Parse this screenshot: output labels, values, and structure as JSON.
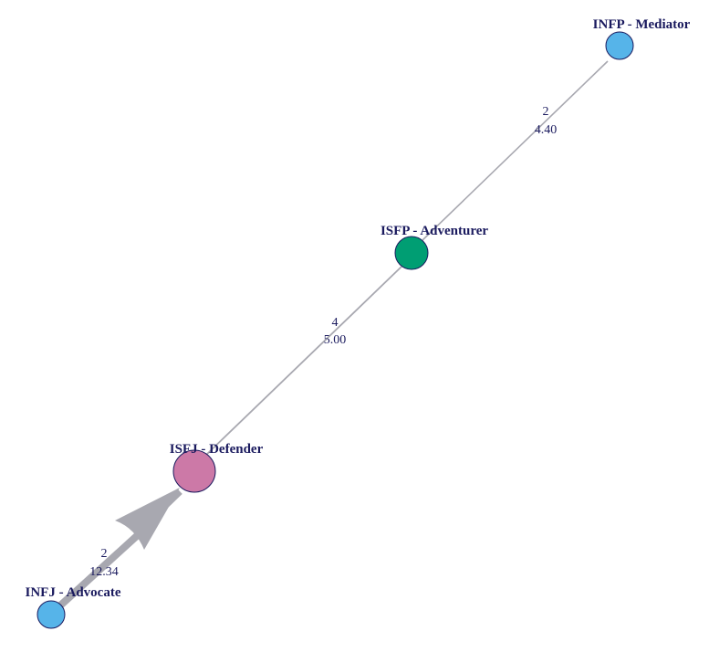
{
  "colors": {
    "label": "#1a1a5e",
    "edge": "#a8a8b0",
    "node_stroke": "#1a1a5e"
  },
  "nodes": [
    {
      "id": "infp",
      "label": "INFP - Mediator",
      "color": "#56b4e9"
    },
    {
      "id": "isfp",
      "label": "ISFP - Adventurer",
      "color": "#009e73"
    },
    {
      "id": "isfj",
      "label": "ISFJ - Defender",
      "color": "#cc79a7"
    },
    {
      "id": "infj",
      "label": "INFJ - Advocate",
      "color": "#56b4e9"
    }
  ],
  "edges": [
    {
      "from": "infp",
      "to": "isfp",
      "count": "2",
      "weight": "4.40"
    },
    {
      "from": "isfp",
      "to": "isfj",
      "count": "4",
      "weight": "5.00"
    },
    {
      "from": "infj",
      "to": "isfj",
      "count": "2",
      "weight": "12.34",
      "arrow": true
    }
  ]
}
